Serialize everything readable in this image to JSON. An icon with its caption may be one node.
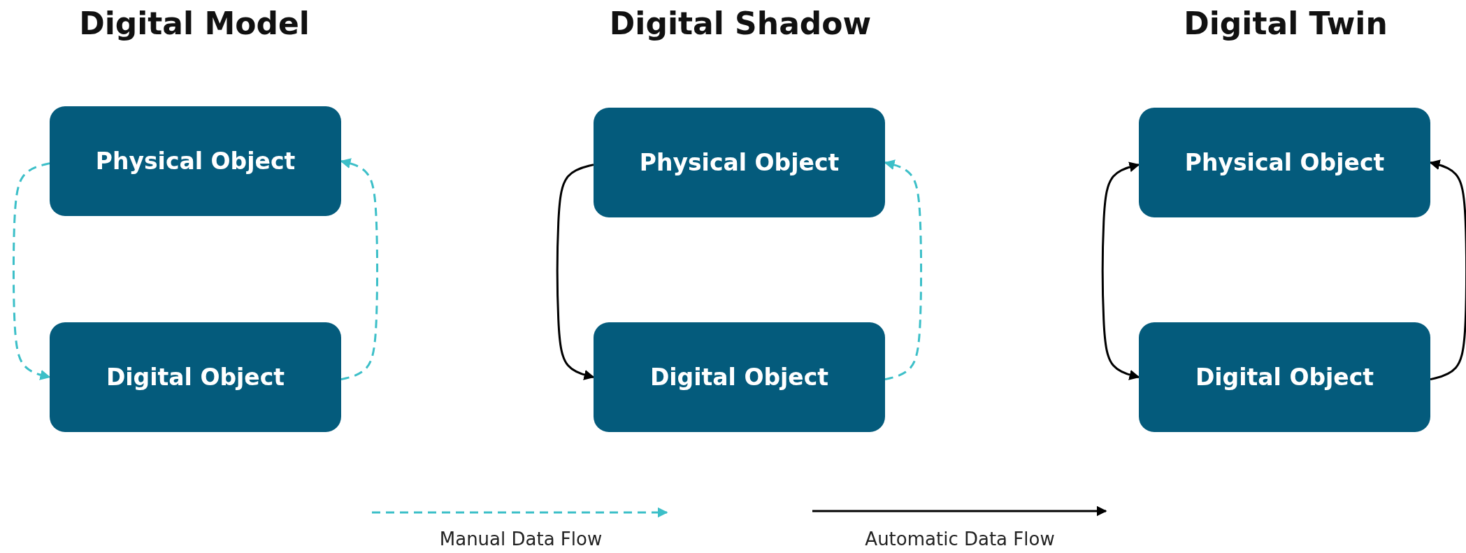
{
  "diagram": {
    "nodes": [
      {
        "text": [
          "Physical Object"
        ]
      },
      {
        "text": [
          "Physical Object"
        ]
      },
      {
        "text": [
          "Physical Object"
        ]
      },
      {
        "text": [
          "Digital Object"
        ]
      },
      {
        "text": [
          "Digital Object"
        ]
      },
      {
        "text": [
          "Digital Object"
        ]
      }
    ],
    "edges": [
      {
        "from": 0,
        "to": 3,
        "arrow": "to",
        "style": "dashed",
        "color": "#3cbfc8"
      },
      {
        "from": 3,
        "to": 0,
        "arrow": "to",
        "style": "dashed",
        "color": "#3cbfc8"
      },
      {
        "from": 1,
        "to": 4,
        "arrow": "to",
        "color": "#000000"
      },
      {
        "from": 4,
        "to": 1,
        "arrow": "to",
        "style": "dashed",
        "color": "#3cbfc8"
      },
      {
        "from": 2,
        "to": 5,
        "arrow": "both",
        "color": "#000000"
      },
      {
        "from": 5,
        "to": 2,
        "arrow": "to",
        "color": "#000000"
      }
    ],
    "labels": [
      "Digital Model",
      "Digital Shadow",
      "Digital Twin"
    ],
    "legend": [
      {
        "text": "Manual Data Flow"
      },
      {
        "text": "Automatic Data Flow"
      }
    ]
  }
}
